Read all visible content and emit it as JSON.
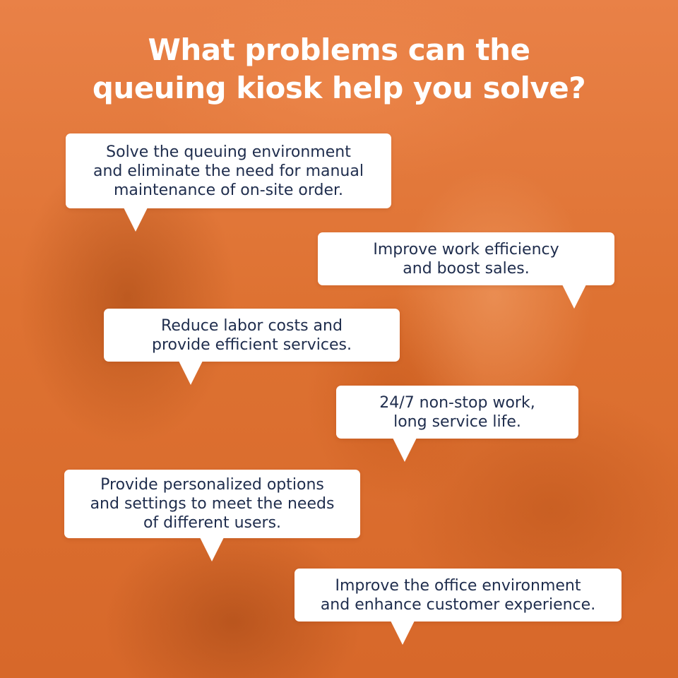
{
  "title": {
    "line1": "What problems can the",
    "line2": "queuing kiosk help you solve?"
  },
  "bubbles": [
    {
      "lines": [
        "Solve the queuing environment",
        "and eliminate the need for manual",
        "maintenance of on-site order."
      ]
    },
    {
      "lines": [
        "Improve work efficiency",
        "and boost sales."
      ]
    },
    {
      "lines": [
        "Reduce labor costs and",
        "provide efficient services."
      ]
    },
    {
      "lines": [
        "24/7 non-stop work,",
        "long service life."
      ]
    },
    {
      "lines": [
        "Provide personalized options",
        "and settings to meet the needs",
        "of different users."
      ]
    },
    {
      "lines": [
        "Improve the office environment",
        "and enhance customer experience."
      ]
    }
  ],
  "colors": {
    "background": "#de7232",
    "title_text": "#ffffff",
    "bubble_bg": "#ffffff",
    "bubble_text": "#1f2d4d"
  }
}
